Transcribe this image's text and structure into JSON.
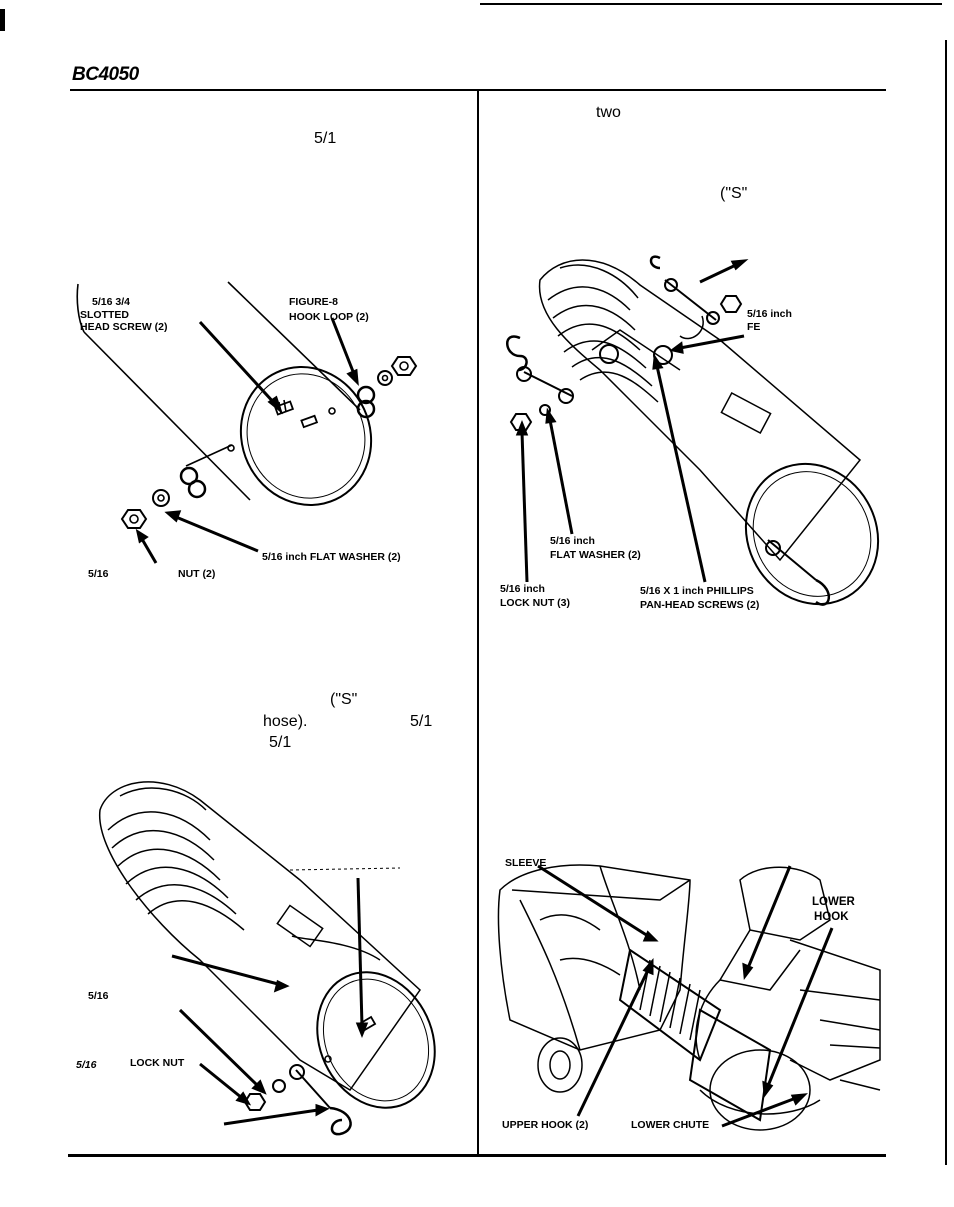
{
  "header": {
    "model": "BC4050"
  },
  "left_column": {
    "text_fragments": {
      "top_fraction": "5/1",
      "mid_quote": "(\"S\"",
      "mid_hose": "hose).",
      "mid_fraction_1": "5/1",
      "mid_fraction_2": "5/1"
    },
    "figure_1_labels": {
      "screw_size": "5/16   3/4",
      "screw_type": "SLOTTED",
      "screw_name": "HEAD SCREW (2)",
      "hook_type": "FIGURE-8",
      "hook_name": "HOOK LOOP (2)",
      "washer": "5/16 inch FLAT WASHER (2)",
      "nut_size": "5/16",
      "nut_name": "NUT (2)"
    },
    "figure_3_labels": {
      "washer_size": "5/16",
      "nut_size": "5/16",
      "nut_name": "LOCK NUT"
    }
  },
  "right_column": {
    "text_fragments": {
      "top_word": "two",
      "top_quote": "(\"S\""
    },
    "figure_2_labels": {
      "upper_washer_size": "5/16 inch",
      "upper_washer_abbr": "FE",
      "washer_size": "5/16 inch",
      "washer_name": "FLAT WASHER (2)",
      "locknut_size": "5/16 inch",
      "locknut_name": "LOCK NUT (3)",
      "screw_size": "5/16 X 1 inch PHILLIPS",
      "screw_name": "PAN-HEAD SCREWS (2)"
    },
    "figure_4_labels": {
      "sleeve": "SLEEVE",
      "lower_hook_1": "LOWER",
      "lower_hook_2": "HOOK",
      "upper_hook": "UPPER HOOK (2)",
      "lower_chute": "LOWER CHUTE"
    }
  },
  "colors": {
    "ink": "#000000",
    "paper": "#ffffff"
  }
}
